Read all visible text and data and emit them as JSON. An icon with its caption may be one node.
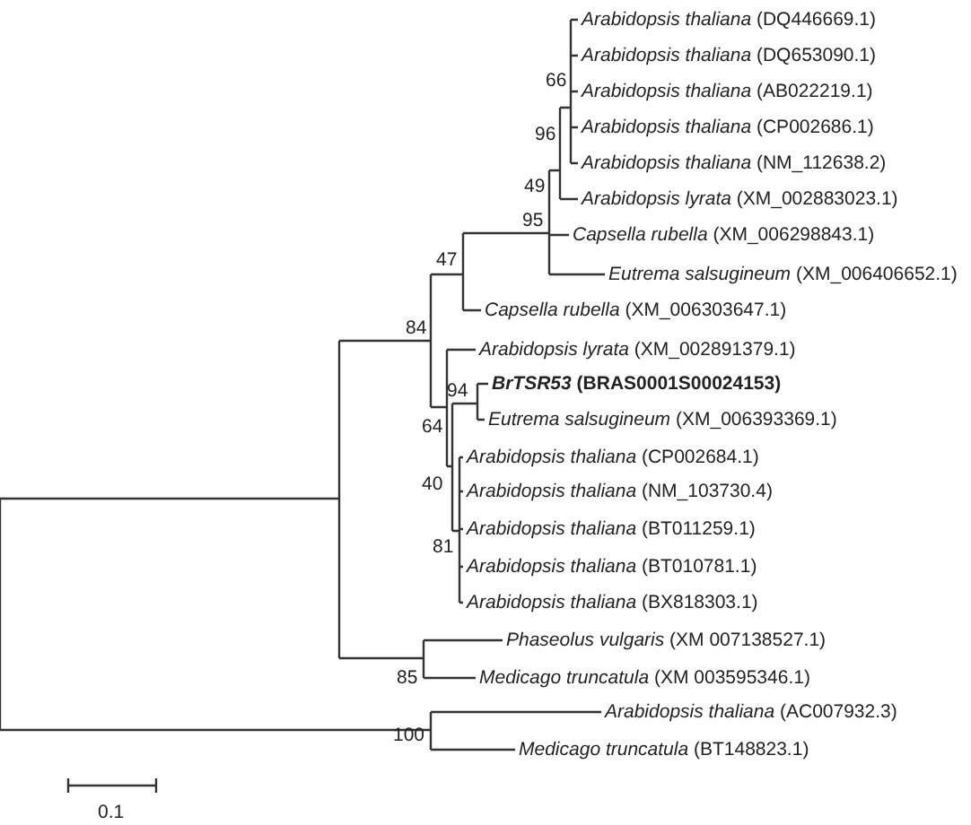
{
  "diagram": {
    "labels": [
      "*Arabidopsis thaliana* (DQ446669.1)",
      "*Arabidopsis thaliana* (DQ653090.1)",
      "66",
      "*Arabidopsis thaliana* (AB022219.1)",
      "*Arabidopsis thaliana* (CP002686.1)",
      "96",
      "*Arabidopsis thaliana* (NM_112638.2)",
      "49",
      "*Arabidopsis lyrata* (XM_002883023.1)",
      "95",
      "*Capsella rubella* (XM_006298843.1)",
      "47",
      "*Eutrema salsugineum* (XM_006406652.1)",
      "*Capsella rubella* (XM_006303647.1)",
      "84",
      "*Arabidopsis lyrata* (XM_002891379.1)",
      "*BrTSR53* (BRAS0001S00024153)",
      "94",
      "*Eutrema salsugineum* (XM_006393369.1)",
      "64",
      "*Arabidopsis thaliana* (CP002684.1)",
      "40",
      "*Arabidopsis thaliana* (NM_103730.4)",
      "*Arabidopsis thaliana* (BT011259.1)",
      "81",
      "*Arabidopsis thaliana* (BT010781.1)",
      "*Arabidopsis thaliana* (BX818303.1)",
      "*Phaseolus vulgaris* (XM 007138527.1)",
      "*Medicago truncatula* (XM 003595346.1)",
      "85",
      "*Arabidopsis thaliana* (AC007932.3)",
      "100",
      "*Medicago truncatula* (BT148823.1)",
      "0.1"
    ]
  }
}
